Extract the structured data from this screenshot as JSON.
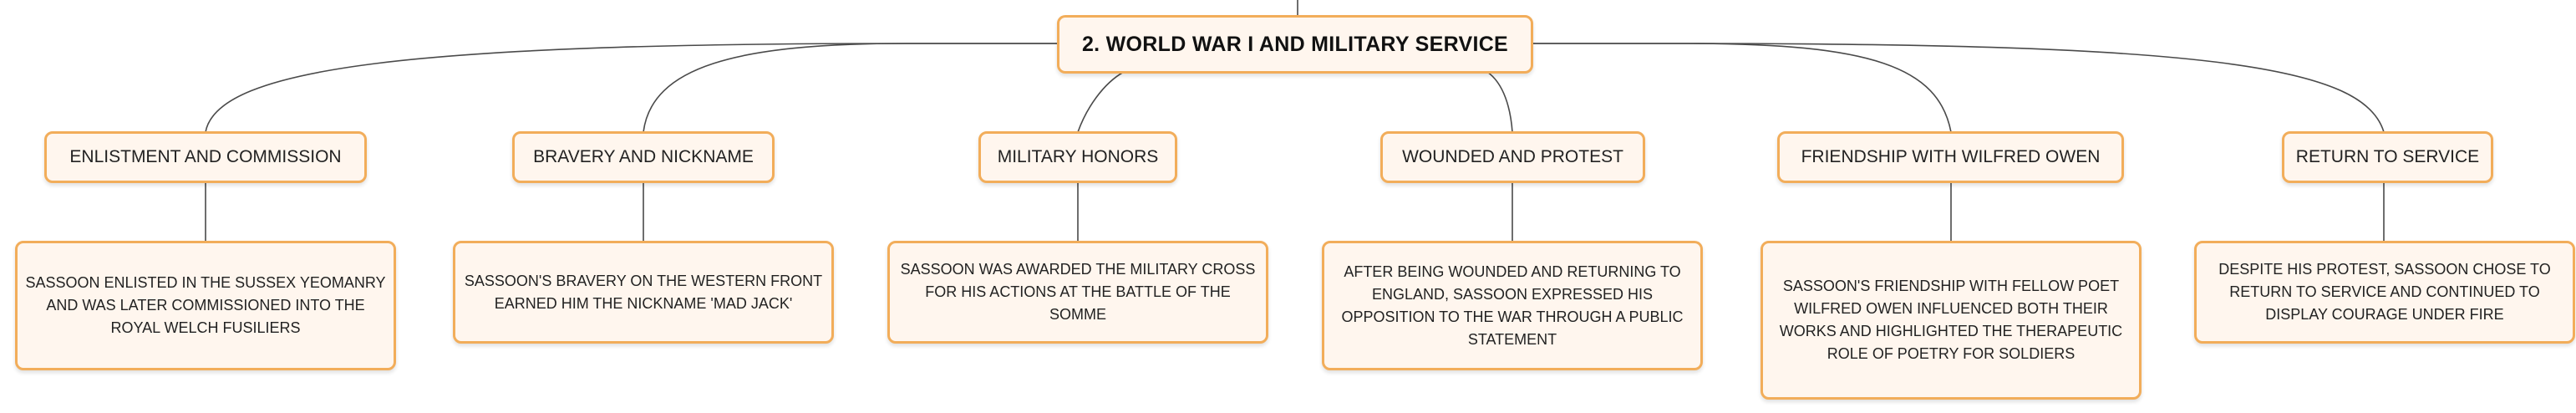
{
  "root": {
    "label": "2. World War I and Military Service"
  },
  "topics": [
    {
      "label": "Enlistment and Commission",
      "detail": "Sassoon enlisted in the Sussex Yeomanry and was later commissioned into the Royal Welch Fusiliers"
    },
    {
      "label": "Bravery and Nickname",
      "detail": "Sassoon's bravery on the Western Front earned him the nickname 'Mad Jack'"
    },
    {
      "label": "Military Honors",
      "detail": "Sassoon was awarded the Military Cross for his actions at the Battle of the Somme"
    },
    {
      "label": "Wounded and Protest",
      "detail": "After being wounded and returning to England, Sassoon expressed his opposition to the war through a public statement"
    },
    {
      "label": "Friendship with Wilfred Owen",
      "detail": "Sassoon's friendship with fellow poet Wilfred Owen influenced both their works and highlighted the therapeutic role of poetry for soldiers"
    },
    {
      "label": "Return to Service",
      "detail": "Despite his protest, Sassoon chose to return to service and continued to display courage under fire"
    }
  ]
}
